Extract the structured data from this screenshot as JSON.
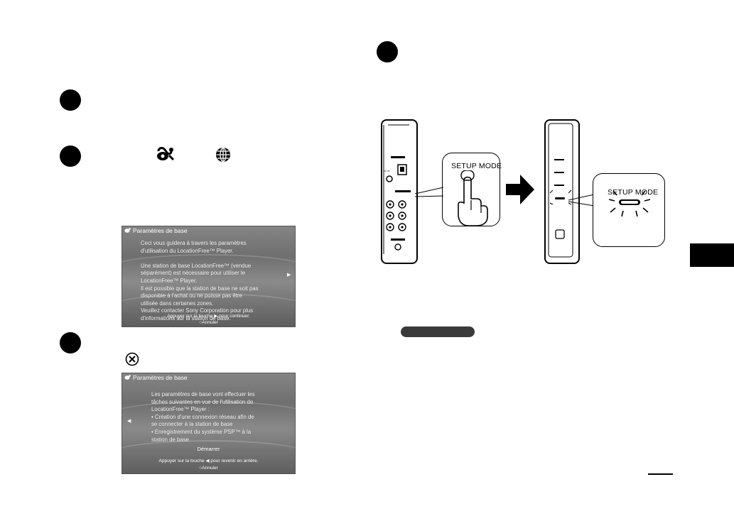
{
  "screen1": {
    "title": "Paramètres de base",
    "body": "Ceci vous guidera à travers les paramètres\nd'utilisation du LocationFree™ Player.\n\nUne station de base LocationFree™ (vendue\nséparément) est nécessaire pour utiliser le\nLocationFree™ Player.\nIl est possible que la station de base ne soit pas\ndisponible à l'achat ou ne puisse pas être\nutilisée dans certaines zones.\nVeuillez contacter Sony Corporation pour plus\nd'informations sur la station de base.",
    "hint_prefix": "Appuyer sur la touche",
    "hint_suffix": "pour continuer.",
    "cancel": "Annuler"
  },
  "screen2": {
    "title": "Paramètres de base",
    "body": "Les paramètres de base vont effectuer les\ntâches suivantes en vue de l'utilisation de\nLocationFree™ Player :\n• Création d'une connexion réseau afin de\n   se connecter à la station de base\n• Enregistrement du système PSP™ à la\n   station de base",
    "start": "Démarrer",
    "hint_prefix": "Appuyer sur la touche",
    "hint_suffix": "pour revenir en arrière.",
    "cancel": "Annuler"
  },
  "illustration": {
    "setup_mode_label": "SETUP MODE",
    "setup_mode_label_lit": "SETUP MODE"
  },
  "icons": {
    "psp_network": "network-update-icon",
    "globe": "globe-icon",
    "cross": "cross-button-icon",
    "arrow": "right-arrow-icon"
  }
}
